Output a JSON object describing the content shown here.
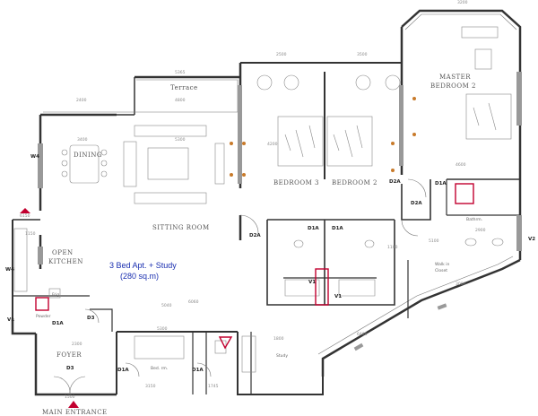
{
  "plan": {
    "title": "3 Bed Apt. + Study",
    "area": "(280 sq.m)",
    "rooms": {
      "terrace": "Terrace",
      "dining": "DINING",
      "sitting": "SITTING ROOM",
      "bedroom3": "BEDROOM 3",
      "bedroom2": "BEDROOM 2",
      "master1": "MASTER",
      "master2": "BEDROOM 2",
      "open_kitchen_1": "OPEN",
      "open_kitchen_2": "KITCHEN",
      "foyer": "FOYER",
      "study": "Study",
      "bedrm": "Bed. rm.",
      "main_entrance": "MAIN ENTRANCE",
      "walkin": "Walk in",
      "closet": "Closet",
      "bathrm": "Bathrm.",
      "frig": "Frig.",
      "powder": "Powder"
    },
    "tags": {
      "W4": "W4",
      "V1": "V1",
      "V2": "V2",
      "D1A": "D1A",
      "D2A": "D2A",
      "D3": "D3"
    },
    "dims": {
      "d3200": "3200",
      "d5365": "5365",
      "d4800": "4800",
      "d2400": "2400",
      "d3400": "3400",
      "d5300": "5300",
      "d2500": "2500",
      "d3500": "3500",
      "d4200": "4200",
      "d4600": "4600",
      "d5100": "5100",
      "d6150": "6150",
      "d5040": "5040",
      "d2300": "2300",
      "d2900": "2900",
      "d1100": "1100",
      "d3150": "3150",
      "d1745": "1745",
      "d1500": "1500",
      "d6400": "6400",
      "d1150": "1150",
      "d3000": "3000",
      "d1800": "1800",
      "d5300b": "5300",
      "d6060": "6060"
    }
  }
}
